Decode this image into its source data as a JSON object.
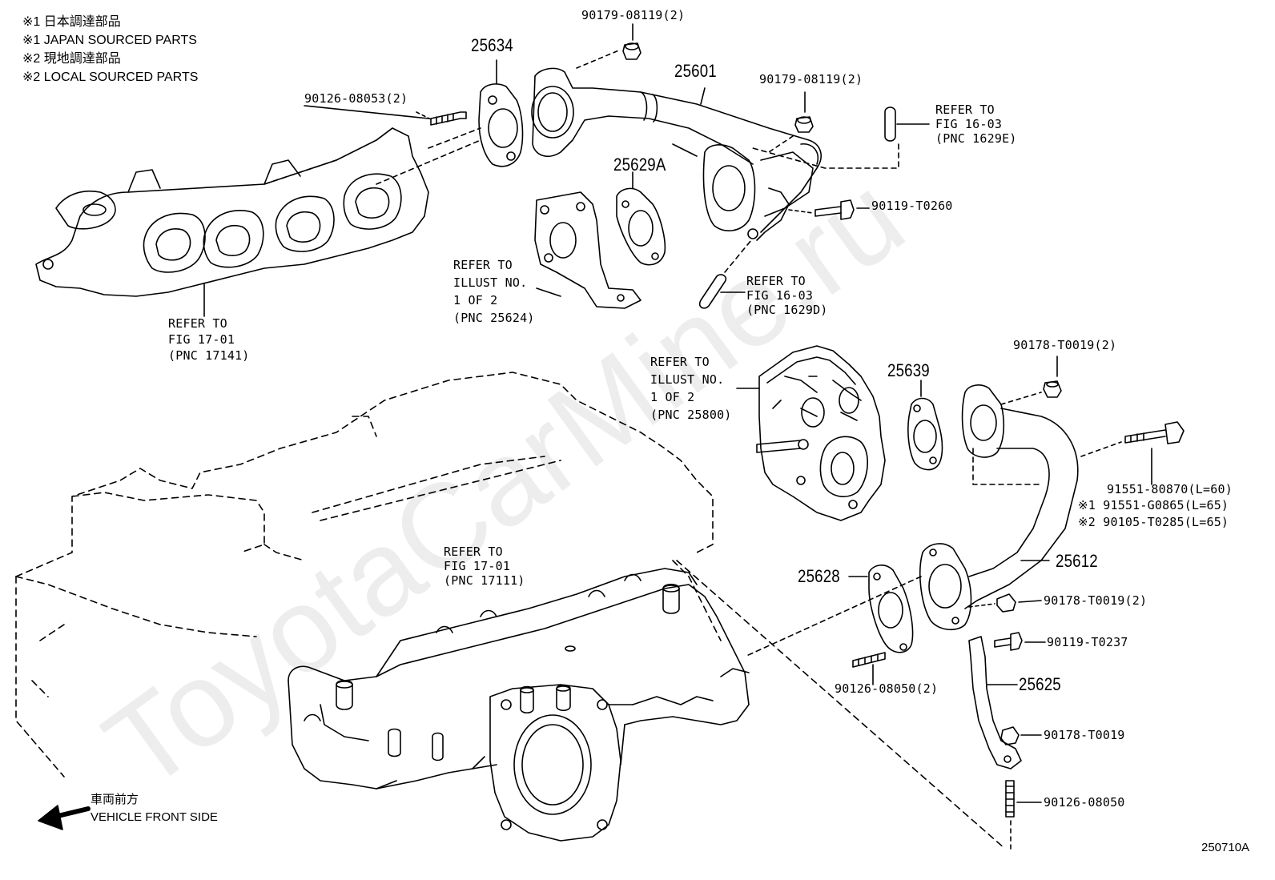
{
  "watermark": "ToyotaCarMine.ru",
  "notes": {
    "line1": "※1 日本調達部品",
    "line2": "※1 JAPAN SOURCED PARTS",
    "line3": "※2 現地調達部品",
    "line4": "※2 LOCAL SOURCED PARTS"
  },
  "parts": {
    "p25634": "25634",
    "p25601": "25601",
    "p25629a": "25629A",
    "p25639": "25639",
    "p25612": "25612",
    "p25628": "25628",
    "p25625": "25625"
  },
  "fasteners": {
    "f90179_08119_top": "90179-08119(2)",
    "f90179_08119_right": "90179-08119(2)",
    "f90126_08053": "90126-08053(2)",
    "f90119_t0260": "90119-T0260",
    "f90178_t0019_top": "90178-T0019(2)",
    "f91551_80870": "91551-80870(L=60)",
    "f91551_g0865": "※1 91551-G0865(L=65)",
    "f90105_t0285": "※2 90105-T0285(L=65)",
    "f90178_t0019_mid": "90178-T0019(2)",
    "f90119_t0237": "90119-T0237",
    "f90126_08050_2": "90126-08050(2)",
    "f90178_t0019_low": "90178-T0019",
    "f90126_08050": "90126-08050"
  },
  "references": {
    "ref_16_03_e": "REFER TO\nFIG 16-03\n(PNC 1629E)",
    "ref_16_03_d": "REFER TO\nFIG 16-03\n(PNC 1629D)",
    "ref_illust_25624": "REFER TO\nILLUST NO.\n1 OF 2\n(PNC 25624)",
    "ref_17_01_17141": "REFER TO\nFIG 17-01\n(PNC 17141)",
    "ref_illust_25800": "REFER TO\nILLUST NO.\n1 OF 2\n(PNC 25800)",
    "ref_17_01_17111": "REFER TO\nFIG 17-01\n(PNC 17111)"
  },
  "front": {
    "jp": "車両前方",
    "en": "VEHICLE FRONT SIDE",
    "arrow_icon": "arrow-left-icon"
  },
  "figure_code": "250710A"
}
